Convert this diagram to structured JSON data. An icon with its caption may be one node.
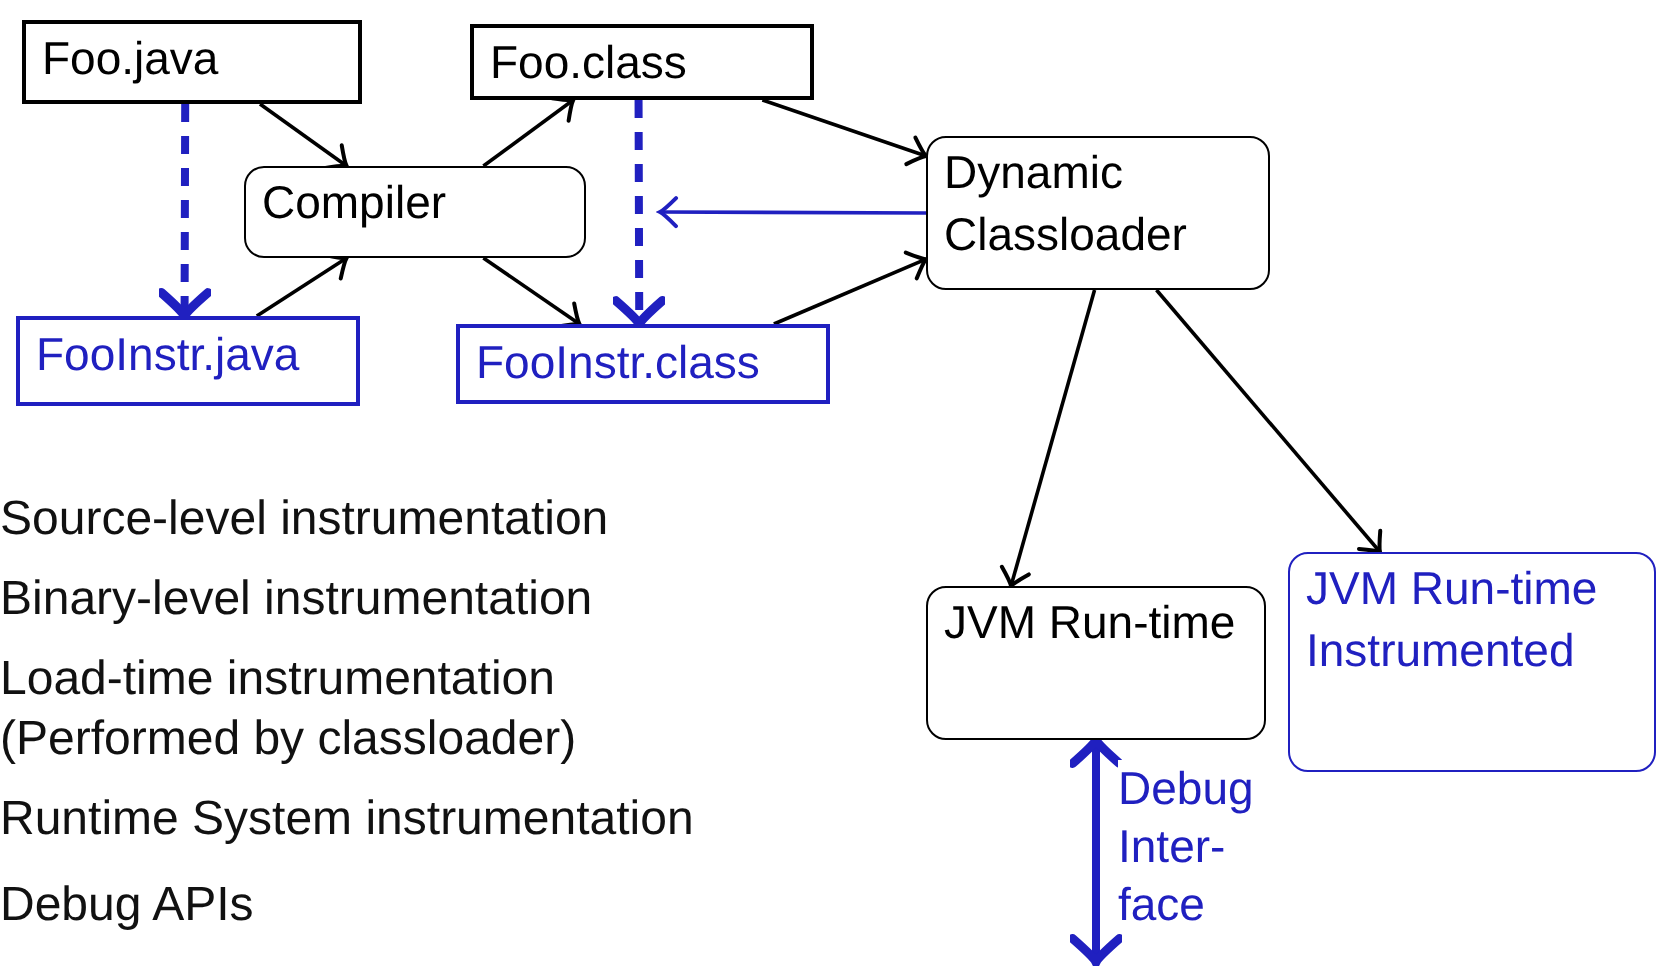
{
  "diagram": {
    "nodes": [
      {
        "text": [
          "Foo.java"
        ]
      },
      {
        "text": [
          "Foo.class"
        ]
      },
      {
        "text": [
          "Compiler"
        ]
      },
      {
        "text": [
          "Dynamic Classloader"
        ]
      },
      {
        "text": [
          "FooInstr.java"
        ]
      },
      {
        "text": [
          "FooInstr.class"
        ]
      },
      {
        "text": [
          "JVM Run-time"
        ]
      },
      {
        "text": [
          "JVM Run-time Instrumented"
        ]
      }
    ],
    "edges": [
      {
        "from": 0,
        "to": 2,
        "arrow": "to"
      },
      {
        "from": 4,
        "to": 2,
        "arrow": "to"
      },
      {
        "from": 2,
        "to": 1,
        "arrow": "to"
      },
      {
        "from": 2,
        "to": 5,
        "arrow": "to"
      },
      {
        "from": 1,
        "to": 3,
        "arrow": "to"
      },
      {
        "from": 5,
        "to": 3,
        "arrow": "to"
      },
      {
        "from": 0,
        "to": 4,
        "arrow": "to",
        "style": "dashed",
        "color": "#2020c0"
      },
      {
        "from": 1,
        "to": 5,
        "arrow": "to",
        "style": "dashed",
        "color": "#2020c0"
      },
      {
        "from": 3,
        "to": null,
        "arrow": "to",
        "color": "#2020c0"
      },
      {
        "from": 3,
        "to": 6,
        "arrow": "to"
      },
      {
        "from": 3,
        "to": 7,
        "arrow": "to"
      },
      {
        "from": 6,
        "to": null,
        "arrow": "both",
        "style": "thick",
        "color": "#2020c0",
        "label": "Debug Inter-face"
      }
    ],
    "labels": [
      "Source-level instrumentation",
      "Binary-level instrumentation",
      "Load-time instrumentation (Performed by classloader)",
      "Runtime System instrumentation",
      "Debug APIs"
    ]
  }
}
